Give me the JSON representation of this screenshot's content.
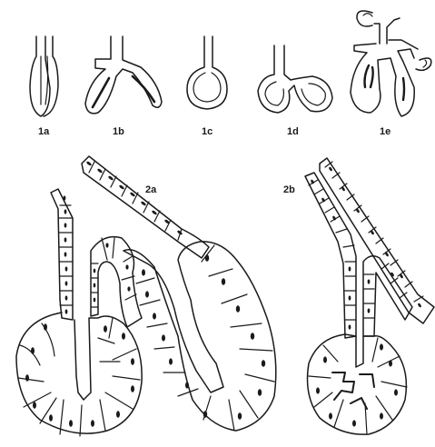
{
  "labels": {
    "l1a": "1a",
    "l1b": "1b",
    "l1c": "1c",
    "l1d": "1d",
    "l1e": "1e",
    "l2a": "2a",
    "l2b": "2b"
  },
  "colors": {
    "ink": "#1a1a1a",
    "paper": "#ffffff"
  }
}
